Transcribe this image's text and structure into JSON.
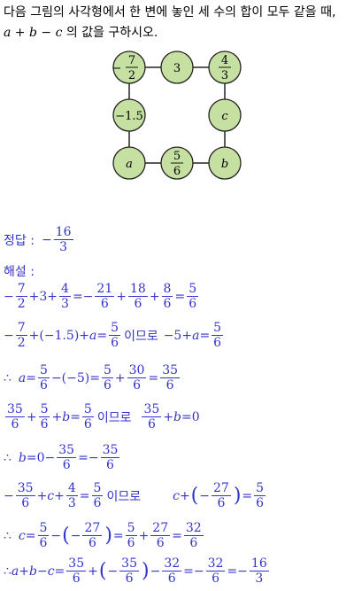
{
  "problem": {
    "line1": "다음 그림의 사각형에서 한 변에 놓인 세 수의 합이 모두 같을 때,",
    "expr": "a + b − c",
    "line2_suffix": " 의 값을 구하시오."
  },
  "diagram": {
    "nodes": {
      "top_left_sign": "−",
      "top_left_num": "7",
      "top_left_den": "2",
      "top_mid": "3",
      "top_right_num": "4",
      "top_right_den": "3",
      "mid_left": "−1.5",
      "mid_right": "c",
      "bot_left": "a",
      "bot_mid_num": "5",
      "bot_mid_den": "6",
      "bot_right": "b"
    },
    "colors": {
      "fill": "#c5e0a0",
      "stroke": "#222222"
    }
  },
  "answer": {
    "label": "정답 :",
    "sign": "−",
    "num": "16",
    "den": "3"
  },
  "solution": {
    "label": "해설 :",
    "then": "이므로",
    "therefore": "∴",
    "l1": {
      "a": "−",
      "f1n": "7",
      "f1d": "2",
      "b": "+3+",
      "f2n": "4",
      "f2d": "3",
      "c": "=−",
      "f3n": "21",
      "f3d": "6",
      "d": "+",
      "f4n": "18",
      "f4d": "6",
      "e": "+",
      "f5n": "8",
      "f5d": "6",
      "f": "=",
      "f6n": "5",
      "f6d": "6"
    },
    "l2": {
      "a": "−",
      "f1n": "7",
      "f1d": "2",
      "b": "+(−1.5)+",
      "v": "a",
      "c": " =",
      "f2n": "5",
      "f2d": "6",
      "d": "−5+",
      "v2": "a",
      "e": " =",
      "f3n": "5",
      "f3d": "6"
    },
    "l3": {
      "v": "a",
      "a": " =",
      "f1n": "5",
      "f1d": "6",
      "b": "−(−5)=",
      "f2n": "5",
      "f2d": "6",
      "c": "+",
      "f3n": "30",
      "f3d": "6",
      "d": "=",
      "f4n": "35",
      "f4d": "6"
    },
    "l4": {
      "f1n": "35",
      "f1d": "6",
      "a": "+",
      "f2n": "5",
      "f2d": "6",
      "b": "+",
      "v": "b",
      "c": " =",
      "f3n": "5",
      "f3d": "6",
      "f4n": "35",
      "f4d": "6",
      "d": "+",
      "v2": "b",
      "e": " =0"
    },
    "l5": {
      "v": "b",
      "a": " =0−",
      "f1n": "35",
      "f1d": "6",
      "b": "=−",
      "f2n": "35",
      "f2d": "6"
    },
    "l6": {
      "a": "−",
      "f1n": "35",
      "f1d": "6",
      "b": "+",
      "v": "c",
      "c": "+",
      "f2n": "4",
      "f2d": "3",
      "d": "=",
      "f3n": "5",
      "f3d": "6",
      "v2": "c",
      "e": "+",
      "f": "−",
      "f4n": "27",
      "f4d": "6",
      "g": "=",
      "f5n": "5",
      "f5d": "6"
    },
    "l7": {
      "v": "c",
      "a": " =",
      "f1n": "5",
      "f1d": "6",
      "b": "−",
      "c": "−",
      "f2n": "27",
      "f2d": "6",
      "d": "=",
      "f3n": "5",
      "f3d": "6",
      "e": "+",
      "f4n": "27",
      "f4d": "6",
      "f": "=",
      "f5n": "32",
      "f5d": "6"
    },
    "l8": {
      "v": "a+b−c",
      "a": " =",
      "f1n": "35",
      "f1d": "6",
      "b": "+",
      "c": "−",
      "f2n": "35",
      "f2d": "6",
      "d": "−",
      "f3n": "32",
      "f3d": "6",
      "e": "=−",
      "f4n": "32",
      "f4d": "6",
      "f": "=−",
      "f5n": "16",
      "f5d": "3"
    }
  }
}
